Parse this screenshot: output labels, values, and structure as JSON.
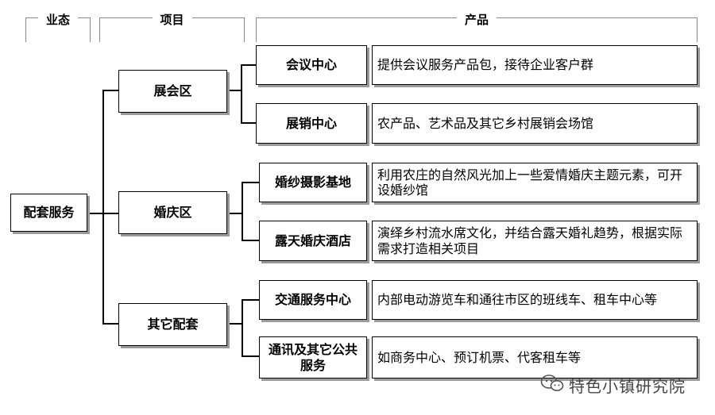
{
  "headers": {
    "format": "业态",
    "project": "项目",
    "product": "产品"
  },
  "root": {
    "label": "配套服务"
  },
  "zones": [
    {
      "label": "展会区"
    },
    {
      "label": "婚庆区"
    },
    {
      "label": "其它配套"
    }
  ],
  "projects": [
    {
      "label": "会议中心",
      "product": "提供会议服务产品包，接待企业客户群"
    },
    {
      "label": "展销中心",
      "product": "农产品、艺术品及其它乡村展销会场馆"
    },
    {
      "label": "婚纱摄影基地",
      "product": "利用农庄的自然风光加上一些爱情婚庆主题元素，可开设婚纱馆"
    },
    {
      "label": "露天婚庆酒店",
      "product": "演绎乡村流水席文化，并结合露天婚礼趋势，根据实际需求打造相关项目"
    },
    {
      "label": "交通服务中心",
      "product": "内部电动游览车和通往市区的班线车、租车中心等"
    },
    {
      "label": "通讯及其它公共服务",
      "product": "如商务中心、预订机票、代客租车等"
    }
  ],
  "watermark": {
    "text": "特色小镇研究院",
    "icon": "wechat-icon"
  }
}
